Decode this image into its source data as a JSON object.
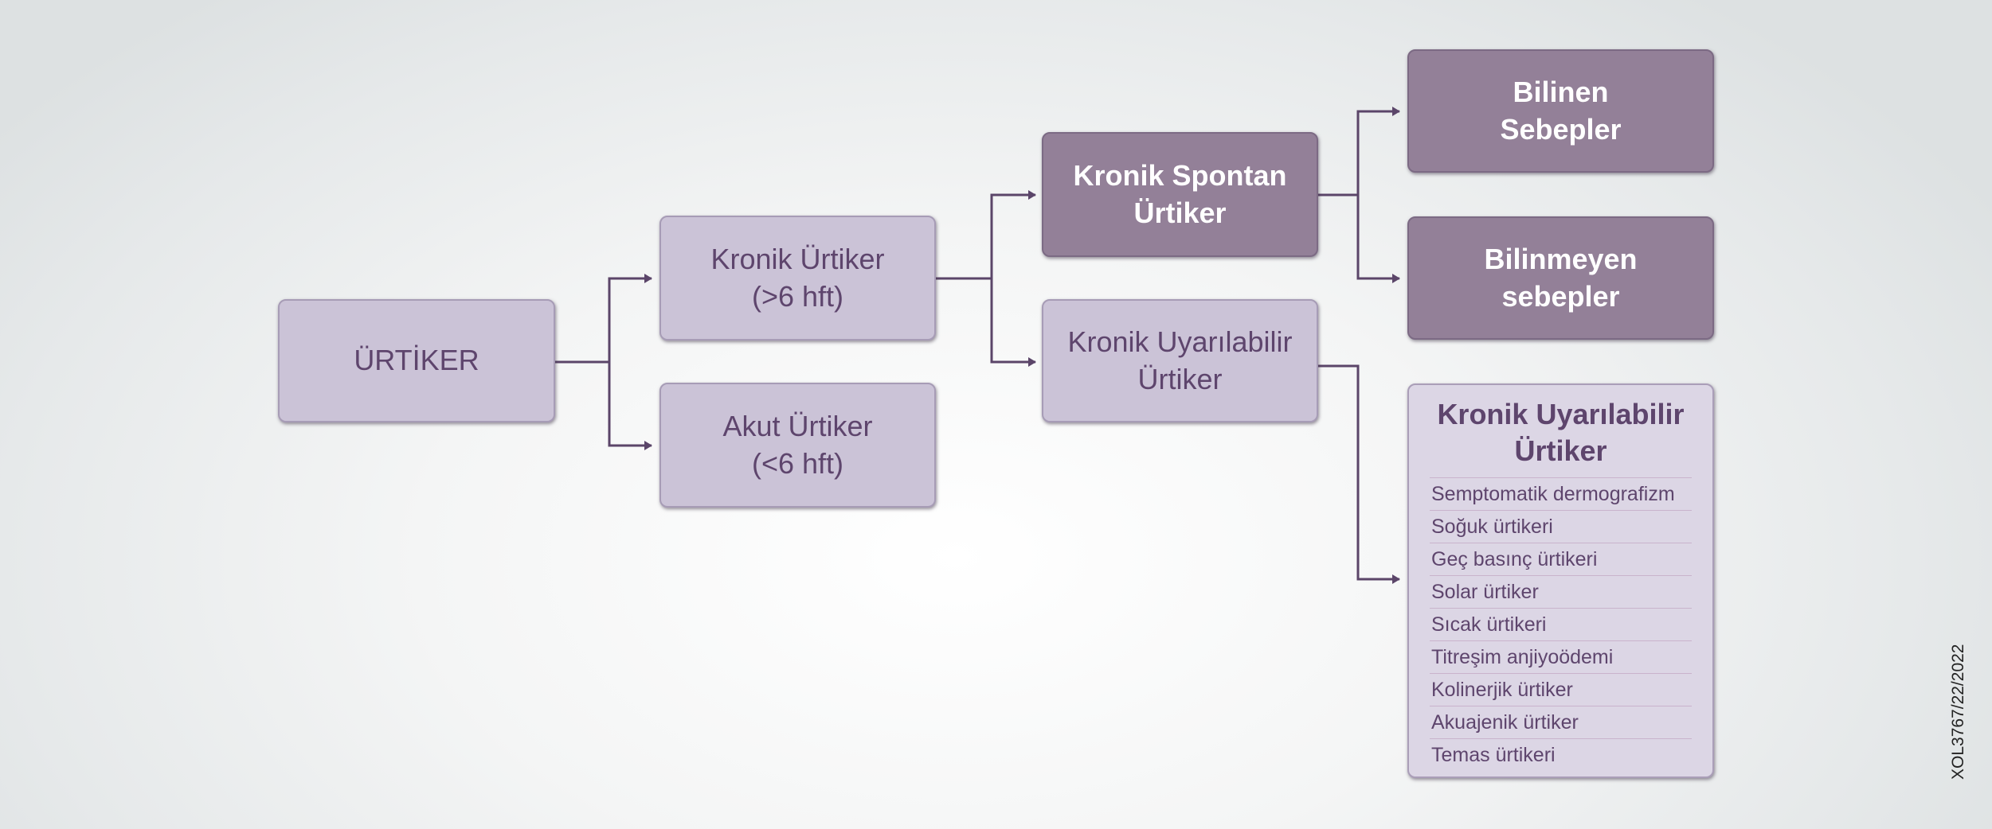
{
  "nodes": {
    "root": "ÜRTİKER",
    "chronic": "Kronik Ürtiker\n(>6 hft)",
    "acute": "Akut Ürtiker\n(<6 hft)",
    "spontaneous": "Kronik Spontan\nÜrtiker",
    "inducible": "Kronik Uyarılabilir\nÜrtiker",
    "known": "Bilinen\nSebepler",
    "unknown": "Bilinmeyen\nsebepler"
  },
  "inducible_list": {
    "title": "Kronik Uyarılabilir\nÜrtiker",
    "items": [
      "Semptomatik dermografizm",
      "Soğuk ürtikeri",
      "Geç basınç ürtikeri",
      "Solar ürtiker",
      "Sıcak ürtikeri",
      "Titreşim anjiyoödemi",
      "Kolinerjik ürtiker",
      "Akuajenik ürtiker",
      "Temas ürtikeri"
    ]
  },
  "reference_code": "XOL3767/22/2022",
  "colors": {
    "light_box": "#cbc3d7",
    "dark_box": "#938098",
    "text_purple": "#5e456d",
    "connector": "#5b4569"
  }
}
